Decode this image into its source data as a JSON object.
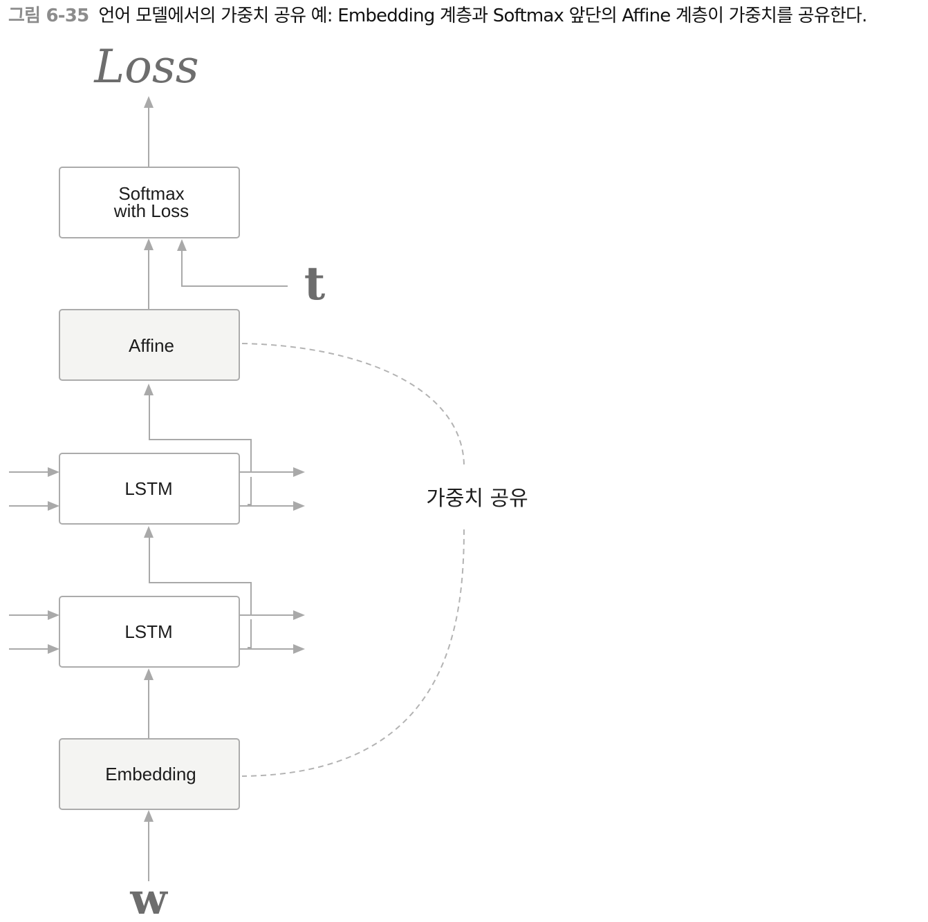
{
  "caption": {
    "label": "그림 6-35",
    "text": "언어 모델에서의 가중치 공유 예: Embedding 계층과 Softmax 앞단의 Affine 계층이 가중치를 공유한다."
  },
  "diagram": {
    "output": "Loss",
    "target": "t",
    "input": "w",
    "share_label": "가중치 공유",
    "layers": {
      "softmax_line1": "Softmax",
      "softmax_line2": "with Loss",
      "affine": "Affine",
      "lstm_upper": "LSTM",
      "lstm_lower": "LSTM",
      "embedding": "Embedding"
    },
    "colors": {
      "line": "#a9a9a9",
      "box_border": "#ababab",
      "shaded_fill": "#f4f4f2",
      "caption_label": "#8c8c8c",
      "symbol_text": "#6d6d6d"
    }
  }
}
